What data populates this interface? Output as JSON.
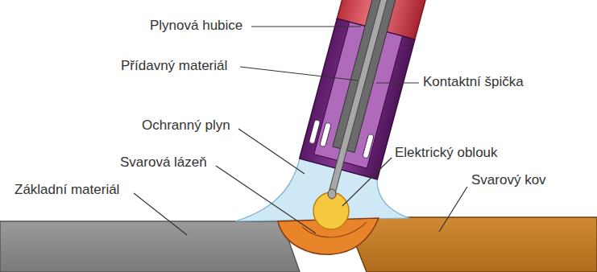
{
  "diagram": {
    "labels": [
      "Plynová hubice",
      "Přídavný materiál",
      "Kontaktní špička",
      "Ochranný plyn",
      "Elektrický oblouk",
      "Svarová lázeň",
      "Svarový kov",
      "Základní materiál"
    ]
  }
}
